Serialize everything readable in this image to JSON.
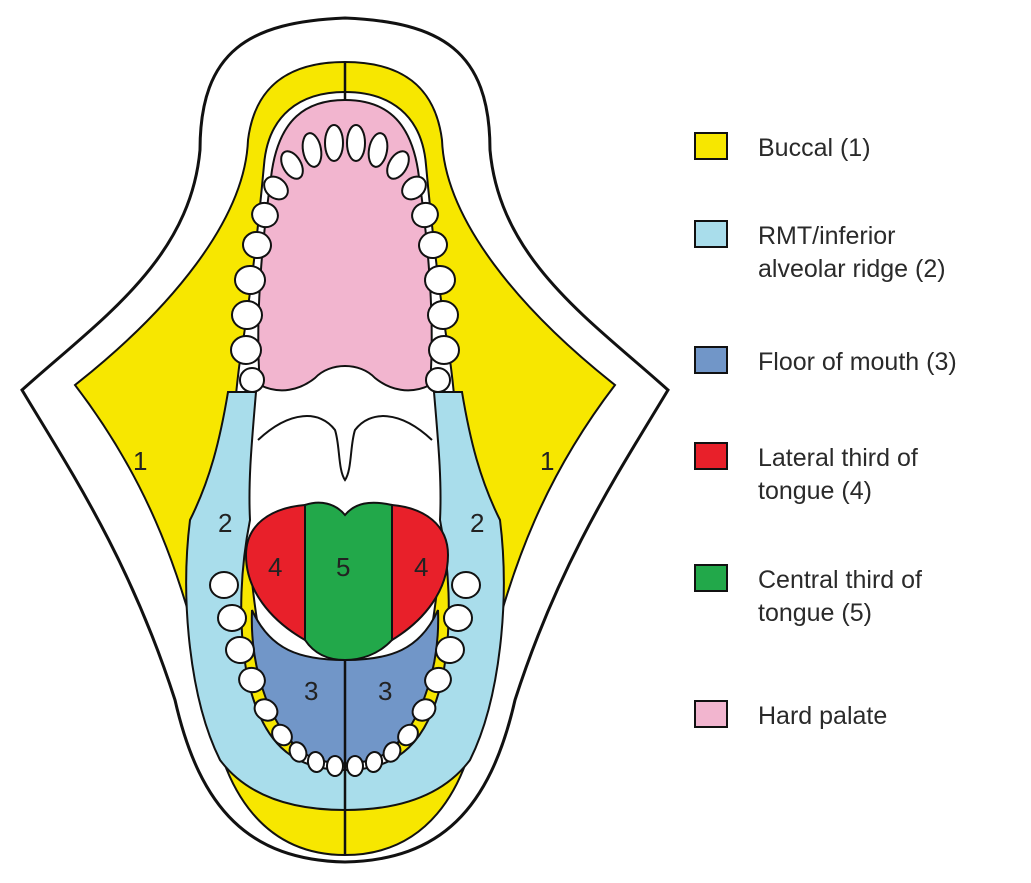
{
  "colors": {
    "buccal": "#F7E700",
    "rmt": "#A9DDEB",
    "floor": "#7196C8",
    "lateral": "#E8202A",
    "central": "#22A84A",
    "palate": "#F2B5CF",
    "outline": "#111111"
  },
  "regions": {
    "buccal_left": "1",
    "buccal_right": "1",
    "rmt_left": "2",
    "rmt_right": "2",
    "floor_left": "3",
    "floor_right": "3",
    "lateral_left": "4",
    "lateral_right": "4",
    "central": "5"
  },
  "legend": [
    {
      "id": "buccal",
      "label": "Buccal (1)",
      "color": "#F7E700"
    },
    {
      "id": "rmt",
      "label": "RMT/inferior\nalveolar ridge (2)",
      "color": "#A9DDEB"
    },
    {
      "id": "floor",
      "label": "Floor of mouth (3)",
      "color": "#7196C8"
    },
    {
      "id": "lateral",
      "label": "Lateral third of\ntongue (4)",
      "color": "#E8202A"
    },
    {
      "id": "central",
      "label": "Central third of\ntongue (5)",
      "color": "#22A84A"
    },
    {
      "id": "palate",
      "label": "Hard palate",
      "color": "#F2B5CF"
    }
  ]
}
